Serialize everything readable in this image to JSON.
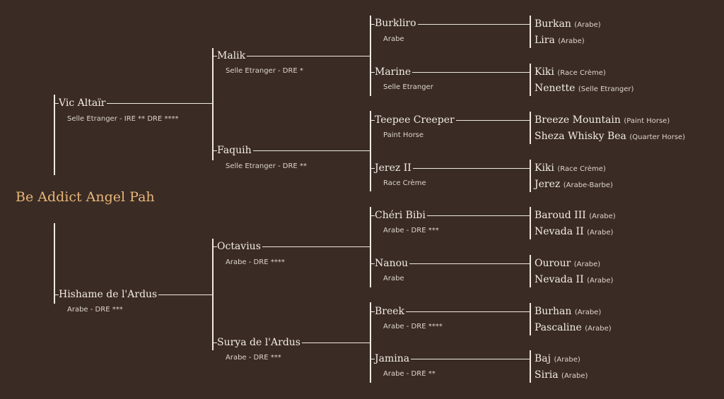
{
  "subject": "Be Addict Angel Pah",
  "pedigree": {
    "sire": {
      "name": "Vic Altaïr",
      "breed": "Selle Etranger - IRE **  DRE ****"
    },
    "dam": {
      "name": "Hishame de l'Ardus",
      "breed": "Arabe - DRE ***"
    },
    "grandparents": [
      {
        "name": "Malik",
        "breed": "Selle Etranger - DRE *"
      },
      {
        "name": "Faquih",
        "breed": "Selle Etranger - DRE **"
      },
      {
        "name": "Octavius",
        "breed": "Arabe - DRE ****"
      },
      {
        "name": "Surya de l'Ardus",
        "breed": "Arabe - DRE ***"
      }
    ],
    "great_grandparents": [
      {
        "name": "Burkliro",
        "breed": "Arabe"
      },
      {
        "name": "Marine",
        "breed": "Selle Etranger"
      },
      {
        "name": "Teepee Creeper",
        "breed": "Paint Horse"
      },
      {
        "name": "Jerez II",
        "breed": "Race Crème"
      },
      {
        "name": "Chéri Bibi",
        "breed": "Arabe - DRE ***"
      },
      {
        "name": "Nanou",
        "breed": "Arabe"
      },
      {
        "name": "Breek",
        "breed": "Arabe - DRE ****"
      },
      {
        "name": "Jamina",
        "breed": "Arabe - DRE **"
      }
    ],
    "great_great_grandparents": [
      {
        "name": "Burkan",
        "breed": "(Arabe)"
      },
      {
        "name": "Lira",
        "breed": "(Arabe)"
      },
      {
        "name": "Kiki",
        "breed": "(Race Crème)"
      },
      {
        "name": "Nenette",
        "breed": "(Selle Etranger)"
      },
      {
        "name": "Breeze Mountain",
        "breed": "(Paint Horse)"
      },
      {
        "name": "Sheza Whisky Bea",
        "breed": "(Quarter Horse)"
      },
      {
        "name": "Kiki",
        "breed": "(Race Crème)"
      },
      {
        "name": "Jerez",
        "breed": "(Arabe-Barbe)"
      },
      {
        "name": "Baroud III",
        "breed": "(Arabe)"
      },
      {
        "name": "Nevada II",
        "breed": "(Arabe)"
      },
      {
        "name": "Ourour",
        "breed": "(Arabe)"
      },
      {
        "name": "Nevada II",
        "breed": "(Arabe)"
      },
      {
        "name": "Burhan",
        "breed": "(Arabe)"
      },
      {
        "name": "Pascaline",
        "breed": "(Arabe)"
      },
      {
        "name": "Baj",
        "breed": "(Arabe)"
      },
      {
        "name": "Siria",
        "breed": "(Arabe)"
      }
    ]
  }
}
